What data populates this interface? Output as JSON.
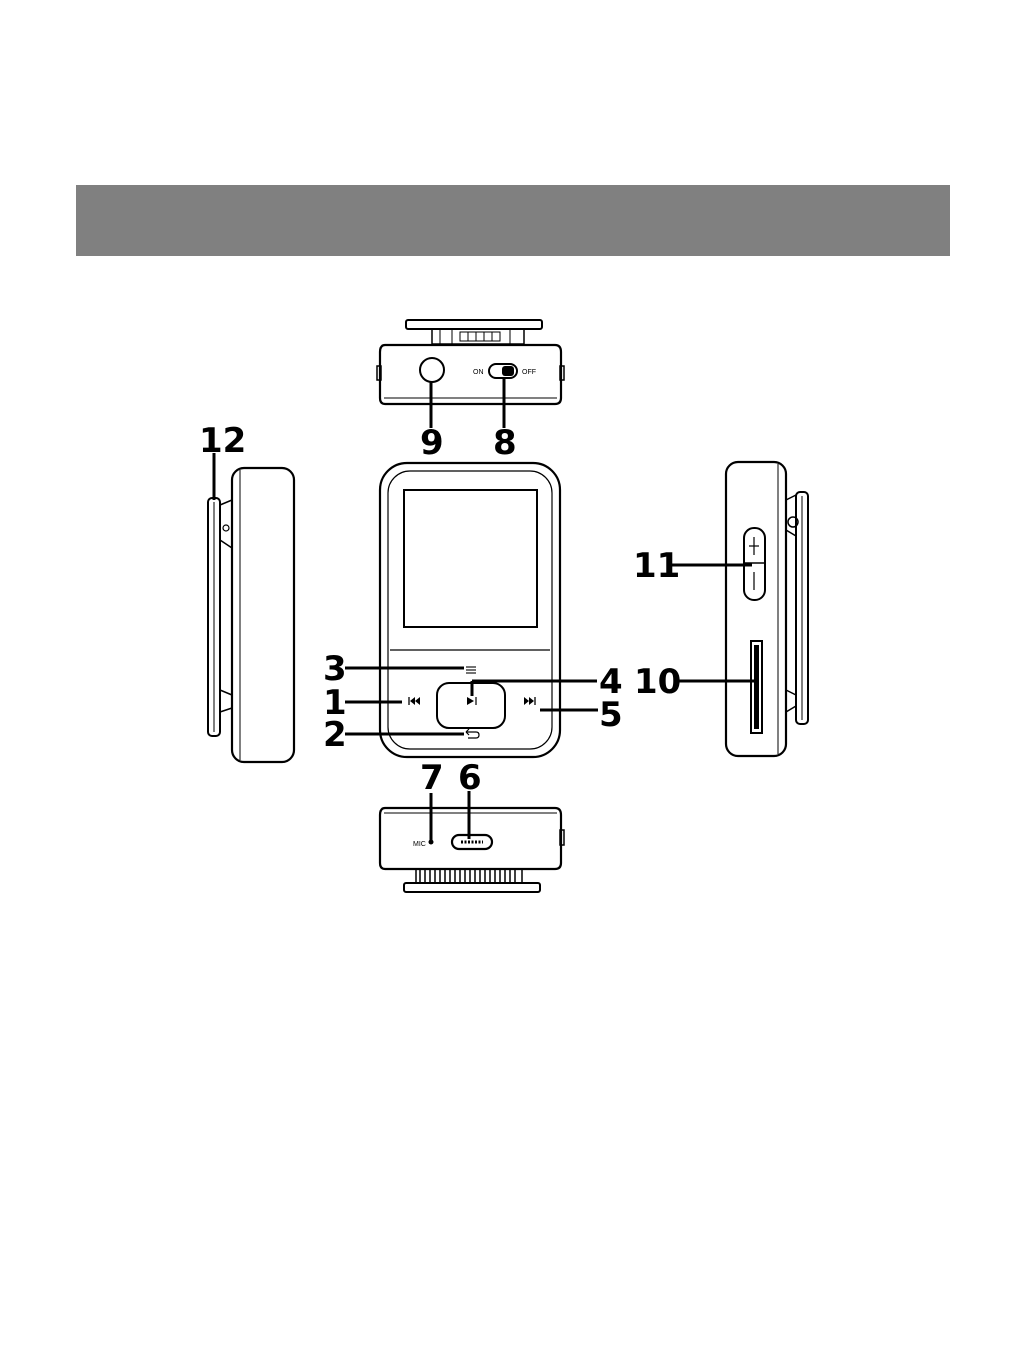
{
  "header": {
    "color": "#808080"
  },
  "device": {
    "switch_on_label": "ON",
    "switch_off_label": "OFF",
    "mic_label": "MIC"
  },
  "callouts": [
    {
      "id": "1",
      "label": "1"
    },
    {
      "id": "2",
      "label": "2"
    },
    {
      "id": "3",
      "label": "3"
    },
    {
      "id": "4",
      "label": "4"
    },
    {
      "id": "5",
      "label": "5"
    },
    {
      "id": "6",
      "label": "6"
    },
    {
      "id": "7",
      "label": "7"
    },
    {
      "id": "8",
      "label": "8"
    },
    {
      "id": "9",
      "label": "9"
    },
    {
      "id": "10",
      "label": "10"
    },
    {
      "id": "11",
      "label": "11"
    },
    {
      "id": "12",
      "label": "12"
    }
  ],
  "icons": {
    "menu": "menu-icon",
    "play_pause": "play-pause-icon",
    "previous": "previous-icon",
    "next": "next-icon",
    "back": "back-icon",
    "headphone_jack": "headphone-jack-icon",
    "usb_port": "usb-port-icon",
    "volume_plus": "plus-icon",
    "volume_minus": "minus-icon"
  }
}
